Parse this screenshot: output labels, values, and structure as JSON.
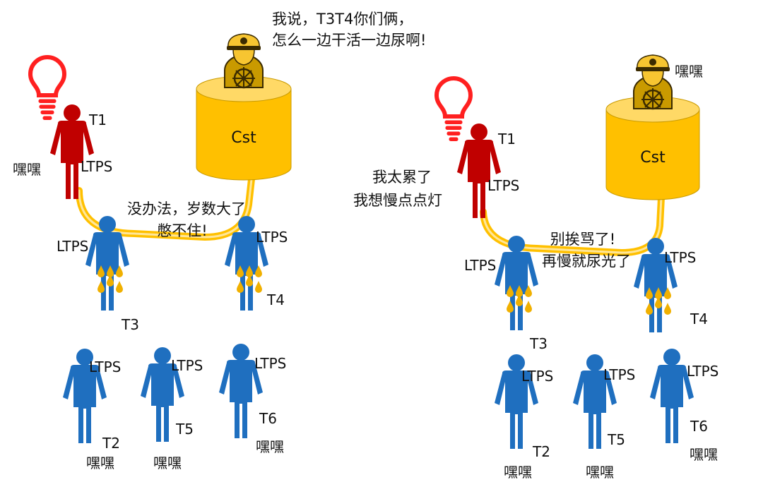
{
  "colors": {
    "person_blue": "#1f6fbf",
    "person_red": "#c00000",
    "cylinder_gold": "#ffc000",
    "cylinder_top": "#ffd966",
    "bulb_red": "#ff2020",
    "drop_gold": "#f0b000",
    "pipe_gold": "#ffc000"
  },
  "left_panel": {
    "speech_cst": [
      "我说，T3T4你们俩，",
      "怎么一边干活一边尿啊!"
    ],
    "cst_label": "Cst",
    "t1": {
      "label": "T1",
      "ltps": "LTPS",
      "side_text": "嘿嘿"
    },
    "t3": {
      "label": "T3",
      "ltps": "LTPS"
    },
    "t4": {
      "label": "T4",
      "ltps": "LTPS"
    },
    "speech_t3t4": [
      "没办法，岁数大了",
      "憋不住!"
    ],
    "t2": {
      "label": "T2",
      "ltps": "LTPS",
      "side_text": "嘿嘿"
    },
    "t5": {
      "label": "T5",
      "ltps": "LTPS",
      "side_text": "嘿嘿"
    },
    "t6": {
      "label": "T6",
      "ltps": "LTPS",
      "side_text": "嘿嘿"
    }
  },
  "right_panel": {
    "captain_text": "嘿嘿",
    "cst_label": "Cst",
    "t1": {
      "label": "T1",
      "ltps": "LTPS"
    },
    "speech_t1": [
      "我太累了",
      "我想慢点点灯"
    ],
    "speech_t3t4": [
      "别挨骂了!",
      "再慢就尿光了"
    ],
    "t3": {
      "label": "T3",
      "ltps": "LTPS"
    },
    "t4": {
      "label": "T4",
      "ltps": "LTPS"
    },
    "t2": {
      "label": "T2",
      "ltps": "LTPS",
      "side_text": "嘿嘿"
    },
    "t5": {
      "label": "T5",
      "ltps": "LTPS",
      "side_text": "嘿嘿"
    },
    "t6": {
      "label": "T6",
      "ltps": "LTPS",
      "side_text": "嘿嘿"
    }
  }
}
